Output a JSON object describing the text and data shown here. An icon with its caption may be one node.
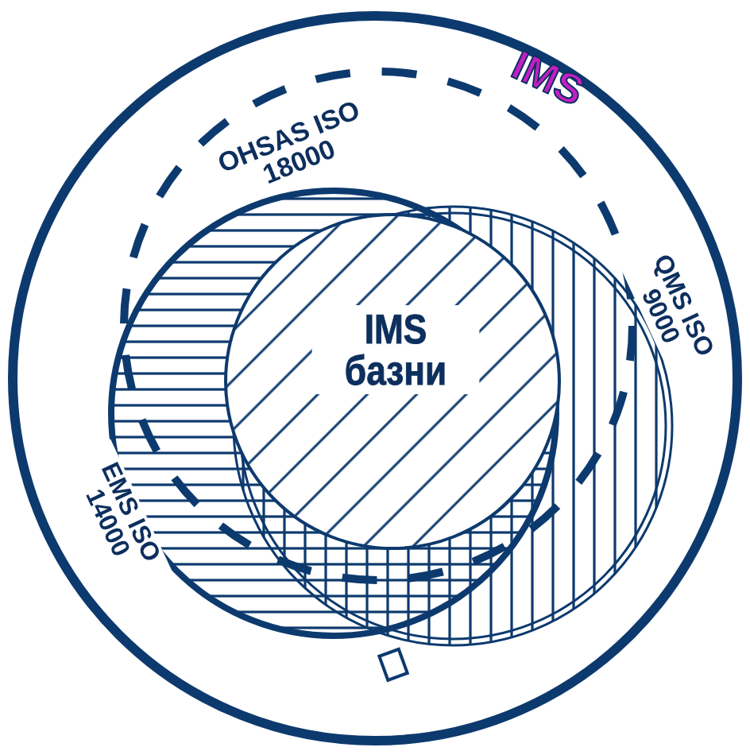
{
  "diagram": {
    "nodes": [
      {
        "text": [
          "IMS"
        ]
      },
      {
        "text": [
          "OHSAS ISO 18000"
        ],
        "in": 0
      },
      {
        "text": [
          "QMS ISO 9000"
        ],
        "in": 0
      },
      {
        "text": [
          "EMS ISO 14000"
        ],
        "in": 0
      },
      {
        "text": [
          "IMS базни"
        ]
      }
    ],
    "edges": []
  }
}
